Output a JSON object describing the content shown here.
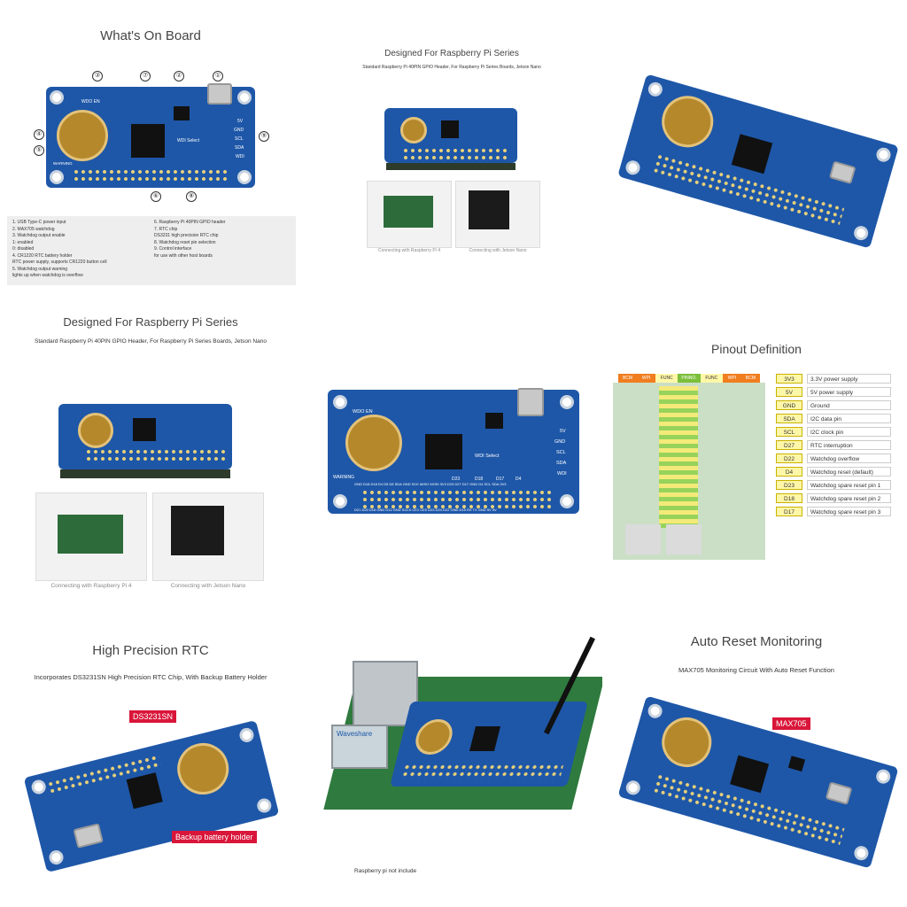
{
  "panels": {
    "whats_on_board": {
      "title": "What's On Board",
      "labels": {
        "wdo_en": "WDO EN",
        "warning": "WARNING",
        "wdi_select": "WDI Select",
        "v5": "5V",
        "gnd": "GND",
        "scl": "SCL",
        "sda": "SDA",
        "wdi": "WDI"
      },
      "markers": [
        "①",
        "②",
        "③",
        "④",
        "⑤",
        "⑥",
        "⑦",
        "⑧",
        "⑨"
      ],
      "notes_left": [
        "1. USB Type-C power input",
        "2. MAX705 watchdog",
        "3. Watchdog output enable",
        "1: enabled",
        "0: disabled",
        "4. CR1220 RTC battery holder",
        "RTC power supply, supports CR1220 button cell",
        "5. Watchdog output warning",
        "lights up when watchdog is overflow"
      ],
      "notes_right": [
        "6. Raspberry Pi 40PIN GPIO header",
        "7. RTC chip",
        "DS3231 high precision RTC chip",
        "8. Watchdog reset pin selection",
        "9. Control interface",
        "for use with other host boards"
      ]
    },
    "designed_small": {
      "title": "Designed For Raspberry Pi Series",
      "subtitle": "Standard Raspberry Pi 40PIN GPIO Header, For Raspberry Pi Series Boards, Jetson Nano",
      "caption_left": "Connecting with Raspberry Pi 4",
      "caption_right": "Connecting with Jetson Nano"
    },
    "designed_large": {
      "title": "Designed For Raspberry Pi Series",
      "subtitle": "Standard Raspberry Pi 40PIN GPIO Header, For Raspberry Pi Series Boards, Jetson Nano",
      "caption_left": "Connecting with Raspberry Pi 4",
      "caption_right": "Connecting with Jetson Nano"
    },
    "board_top": {
      "wdo_en": "WDO EN",
      "warning": "WARNING",
      "wdi_select": "WDI Select",
      "side_labels": [
        "5V",
        "GND",
        "SCL",
        "SDA",
        "WDI"
      ],
      "pin_row_top": "GND D18 D18 D4 D5 D8 SDA GND SCK MISO MOSI 3V3 D23 D27 D17 GND D4 SCL SDA 3V3",
      "pin_row_bottom": "D21 D20 D16 GND D12 GND SCLK CE1 CE0 D23 D24 D22 GND D15 RX TX GND 5V 5V",
      "jumpers": [
        "D23",
        "D18",
        "D17",
        "D4"
      ]
    },
    "pinout": {
      "title": "Pinout Definition",
      "header_cols": [
        "BCM",
        "WPI",
        "FUNC",
        "PINNO.",
        "FUNC",
        "WPI",
        "BCM"
      ],
      "legend": [
        {
          "tag": "3V3",
          "desc": "3.3V power supply"
        },
        {
          "tag": "5V",
          "desc": "5V power supply"
        },
        {
          "tag": "GND",
          "desc": "Ground"
        },
        {
          "tag": "SDA",
          "desc": "I2C data pin"
        },
        {
          "tag": "SCL",
          "desc": "I2C clock pin"
        },
        {
          "tag": "D27",
          "desc": "RTC interruption"
        },
        {
          "tag": "D22",
          "desc": "Watchdog overflow"
        },
        {
          "tag": "D4",
          "desc": "Watchdog reset (default)"
        },
        {
          "tag": "D23",
          "desc": "Watchdog spare reset pin 1"
        },
        {
          "tag": "D18",
          "desc": "Watchdog spare reset pin 2"
        },
        {
          "tag": "D17",
          "desc": "Watchdog spare reset pin 3"
        }
      ]
    },
    "rtc": {
      "title": "High Precision RTC",
      "subtitle": "Incorporates DS3231SN High Precision RTC Chip, With Backup Battery Holder",
      "tag_chip": "DS3231SN",
      "tag_battery": "Backup battery holder"
    },
    "pi_photo": {
      "caption": "Raspberry pi not include",
      "brand": "Waveshare"
    },
    "reset": {
      "title": "Auto Reset Monitoring",
      "subtitle": "MAX705 Monitoring Circuit With Auto Reset Function",
      "tag_chip": "MAX705"
    }
  },
  "colors": {
    "pcb_blue": "#1e57a8",
    "tag_red": "#d9163a",
    "pin_yellow": "#fff7a8",
    "header_orange": "#f07d1e",
    "header_green": "#7bbf3a"
  }
}
